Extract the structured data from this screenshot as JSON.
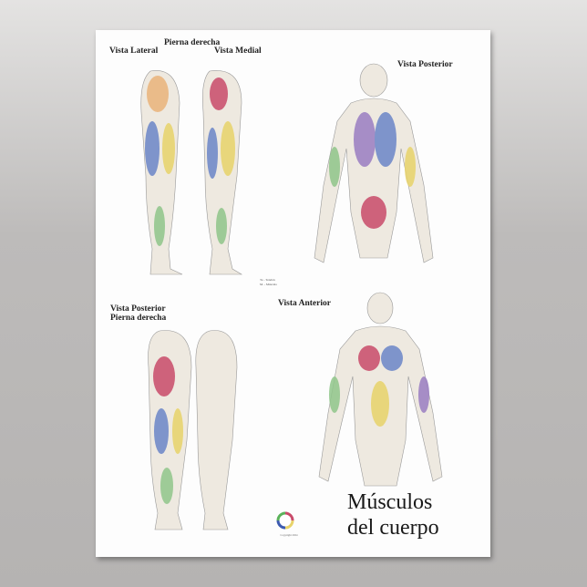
{
  "poster": {
    "title_line1": "Músculos",
    "title_line2": "del cuerpo",
    "sections": {
      "leg_header": "Pierna derecha",
      "lateral": "Vista Lateral",
      "medial": "Vista Medial",
      "posterior_body": "Vista Posterior",
      "posterior_leg_line1": "Vista Posterior",
      "posterior_leg_line2": "Pierna derecha",
      "anterior": "Vista Anterior"
    },
    "legend": {
      "te": "Te - Tendón",
      "m": "M. - Músculo"
    },
    "copyright": "Copyright 2024",
    "colors": {
      "red": "#c94b6a",
      "blue": "#6b86c8",
      "yellow": "#e8d36a",
      "orange": "#eab37a",
      "green": "#8fc58a",
      "purple": "#9a7ec2",
      "bone": "#e9e4da"
    }
  }
}
